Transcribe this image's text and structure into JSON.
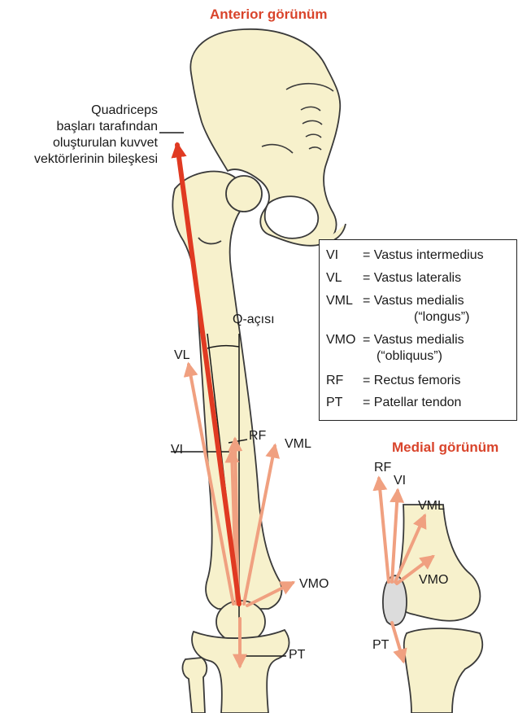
{
  "titles": {
    "anterior": "Anterior görünüm",
    "medial": "Medial görünüm"
  },
  "resultant_label": [
    "Quadriceps",
    "başları tarafından",
    "oluşturulan kuvvet",
    "vektörlerinin bileşkesi"
  ],
  "q_angle_label": "Q-açısı",
  "anterior_labels": {
    "vl": "VL",
    "vi": "VI",
    "rf": "RF",
    "vml": "VML",
    "vmo": "VMO",
    "pt": "PT"
  },
  "medial_labels": {
    "rf": "RF",
    "vi": "VI",
    "vml": "VML",
    "vmo": "VMO",
    "pt": "PT"
  },
  "legend": {
    "vi": {
      "abbr": "VI",
      "desc": "= Vastus intermedius"
    },
    "vl": {
      "abbr": "VL",
      "desc": "= Vastus lateralis"
    },
    "vml": {
      "abbr": "VML",
      "desc": "= Vastus medialis",
      "desc2": "(“longus”)"
    },
    "vmo": {
      "abbr": "VMO",
      "desc": "= Vastus medialis",
      "desc2": "(“obliquus”)"
    },
    "rf": {
      "abbr": "RF",
      "desc": "= Rectus femoris"
    },
    "pt": {
      "abbr": "PT",
      "desc": "= Patellar tendon"
    }
  },
  "colors": {
    "title_red": "#d9442b",
    "resultant_arrow": "#e03a22",
    "muscle_arrow": "#f0a080",
    "bone_fill": "#f7f1cc",
    "bone_stroke": "#3a3a3a",
    "patella_fill": "#f7f1cc"
  }
}
